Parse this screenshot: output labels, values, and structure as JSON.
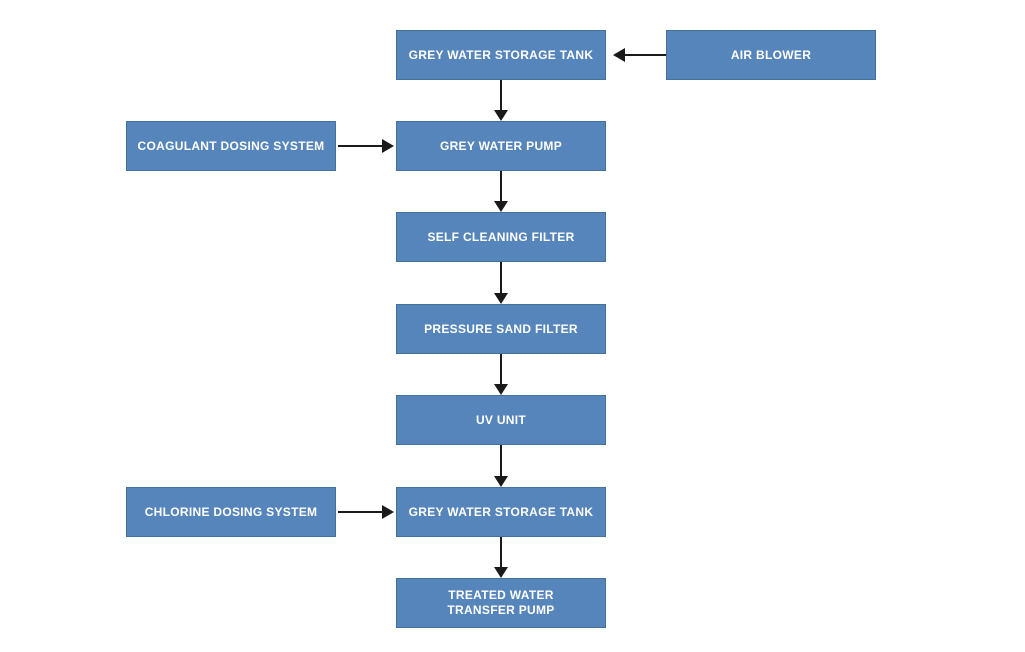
{
  "diagram": {
    "type": "flowchart",
    "background_color": "#ffffff",
    "node_fill_color": "#5585bb",
    "node_border_color": "#41719c",
    "node_text_color": "#ffffff",
    "arrow_color": "#1a1a1a",
    "nodes": {
      "grey_water_storage_tank_1": {
        "label": "GREY WATER STORAGE TANK"
      },
      "air_blower": {
        "label": "AIR BLOWER"
      },
      "coagulant_dosing_system": {
        "label": "COAGULANT DOSING SYSTEM"
      },
      "grey_water_pump": {
        "label": "GREY WATER PUMP"
      },
      "self_cleaning_filter": {
        "label": "SELF CLEANING FILTER"
      },
      "pressure_sand_filter": {
        "label": "PRESSURE SAND FILTER"
      },
      "uv_unit": {
        "label": "UV UNIT"
      },
      "chlorine_dosing_system": {
        "label": "CHLORINE DOSING SYSTEM"
      },
      "grey_water_storage_tank_2": {
        "label": "GREY WATER STORAGE TANK"
      },
      "treated_water_transfer_pump": {
        "label": "TREATED WATER TRANSFER PUMP"
      }
    },
    "edges": [
      {
        "from": "air_blower",
        "to": "grey_water_storage_tank_1",
        "direction": "left"
      },
      {
        "from": "grey_water_storage_tank_1",
        "to": "grey_water_pump",
        "direction": "down"
      },
      {
        "from": "coagulant_dosing_system",
        "to": "grey_water_pump",
        "direction": "right"
      },
      {
        "from": "grey_water_pump",
        "to": "self_cleaning_filter",
        "direction": "down"
      },
      {
        "from": "self_cleaning_filter",
        "to": "pressure_sand_filter",
        "direction": "down"
      },
      {
        "from": "pressure_sand_filter",
        "to": "uv_unit",
        "direction": "down"
      },
      {
        "from": "uv_unit",
        "to": "grey_water_storage_tank_2",
        "direction": "down"
      },
      {
        "from": "chlorine_dosing_system",
        "to": "grey_water_storage_tank_2",
        "direction": "right"
      },
      {
        "from": "grey_water_storage_tank_2",
        "to": "treated_water_transfer_pump",
        "direction": "down"
      }
    ]
  }
}
